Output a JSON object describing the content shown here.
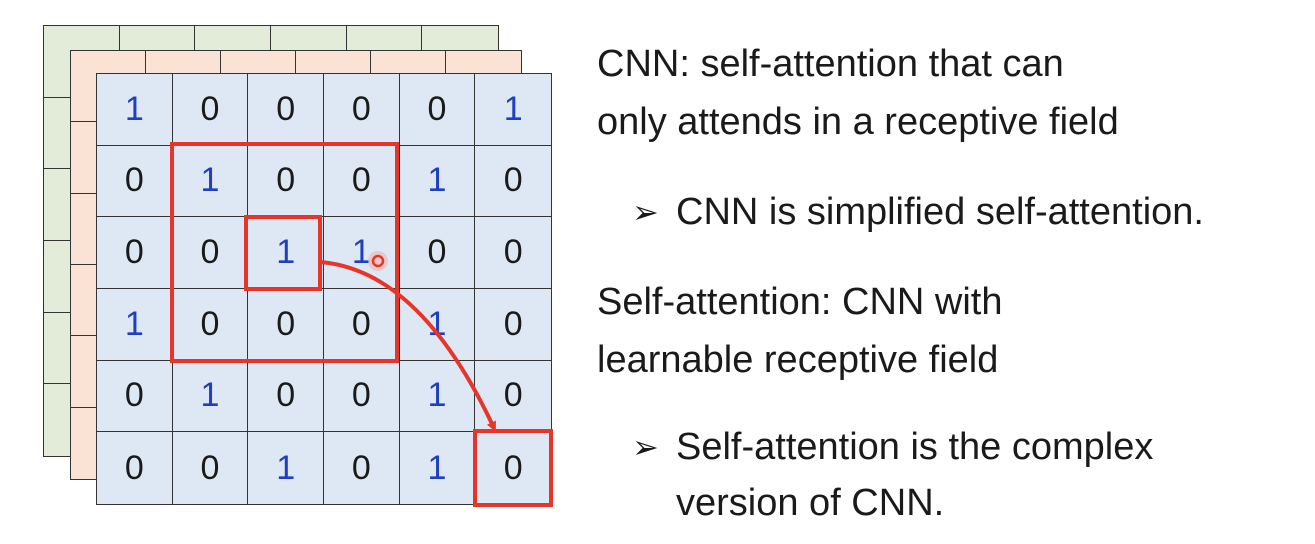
{
  "grid": {
    "rows": [
      [
        1,
        0,
        0,
        0,
        0,
        1
      ],
      [
        0,
        1,
        0,
        0,
        1,
        0
      ],
      [
        0,
        0,
        1,
        1,
        0,
        0
      ],
      [
        1,
        0,
        0,
        0,
        1,
        0
      ],
      [
        0,
        1,
        0,
        0,
        1,
        0
      ],
      [
        0,
        0,
        1,
        0,
        1,
        0
      ]
    ]
  },
  "colors": {
    "highlight": "#e8352a",
    "one": "#1f3fbf",
    "grid_main": "#dde8f4",
    "grid_peach": "#fae3d4",
    "grid_green": "#e2ecd8"
  },
  "text": {
    "cnn_line1": "CNN: self-attention that can",
    "cnn_line2": "only attends in a receptive field",
    "bullet1_marker": "➢",
    "bullet1": "CNN is simplified self-attention.",
    "sa_line1": "Self-attention: CNN with",
    "sa_line2": "learnable receptive field",
    "bullet2_marker": "➢",
    "bullet2_line1": "Self-attention is the complex",
    "bullet2_line2": "version of CNN."
  }
}
